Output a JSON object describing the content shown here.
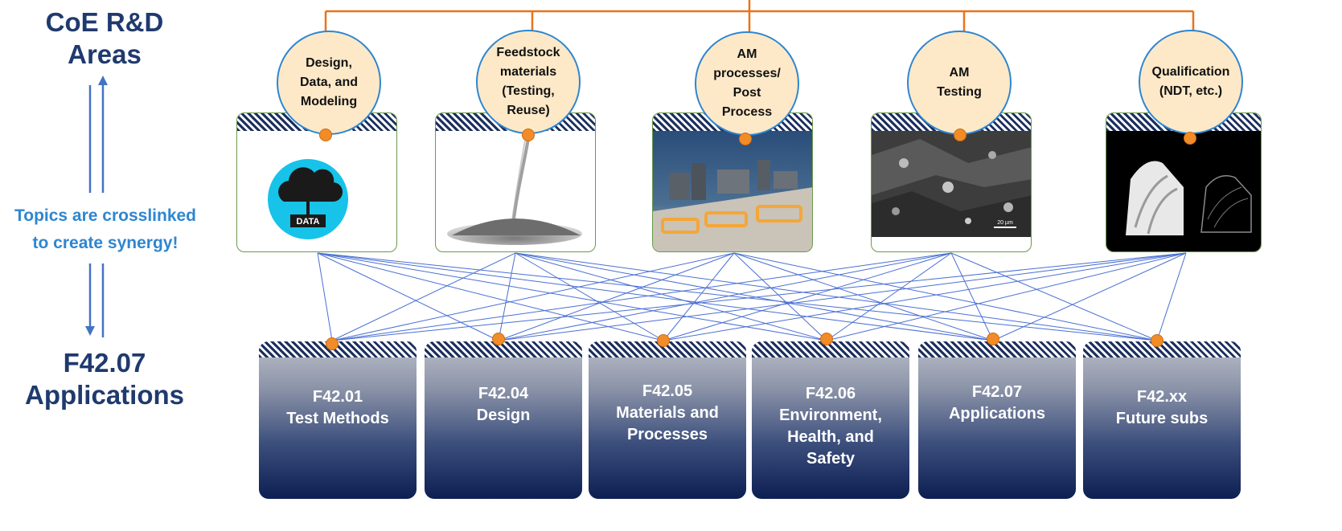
{
  "side": {
    "top_title": [
      "CoE R&D",
      "Areas"
    ],
    "note": [
      "Topics are crosslinked",
      "to create synergy!"
    ],
    "bottom_title": [
      "F42.07",
      "Applications"
    ]
  },
  "areas": [
    {
      "label": [
        "Design,",
        "Data, and",
        "Modeling"
      ],
      "image": "cloud-data-icon",
      "image_text": "DATA"
    },
    {
      "label": [
        "Feedstock",
        "materials",
        "(Testing,",
        "Reuse)"
      ],
      "image": "powder-pile-photo"
    },
    {
      "label": [
        "AM",
        "processes/",
        "Post",
        "Process"
      ],
      "image": "am-process-photo"
    },
    {
      "label": [
        "AM",
        "Testing"
      ],
      "image": "micrograph-photo",
      "image_text": "20 µm"
    },
    {
      "label": [
        "Qualification",
        "(NDT, etc.)"
      ],
      "image": "impeller-scan-photo"
    }
  ],
  "subcommittees": [
    {
      "code": "F42.01",
      "name": [
        "Test Methods"
      ]
    },
    {
      "code": "F42.04",
      "name": [
        "Design"
      ]
    },
    {
      "code": "F42.05",
      "name": [
        "Materials and",
        "Processes"
      ]
    },
    {
      "code": "F42.06",
      "name": [
        "Environment,",
        "Health, and",
        "Safety"
      ]
    },
    {
      "code": "F42.07",
      "name": [
        "Applications"
      ]
    },
    {
      "code": "F42.xx",
      "name": [
        "Future subs"
      ]
    }
  ],
  "colors": {
    "title": "#1f3a6e",
    "note": "#2e86d1",
    "tree_line": "#e8731a",
    "cross_link": "#4a6fd4",
    "circle_fill": "#fde9c8",
    "dot": "#f28c28"
  }
}
